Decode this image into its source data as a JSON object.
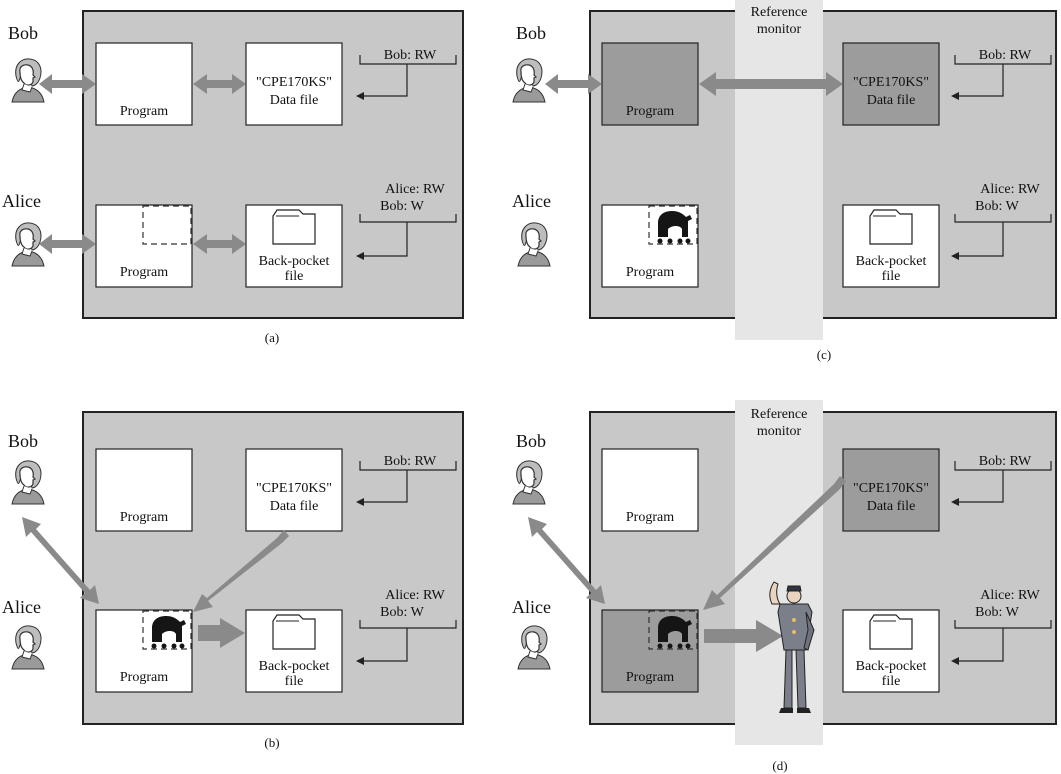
{
  "panels": {
    "a": {
      "caption": "(a)",
      "users": [
        "Bob",
        "Alice"
      ],
      "program_label": "Program",
      "data_file": {
        "name": "\"CPE170KS\"",
        "type": "Data file"
      },
      "back_pocket_file": {
        "line1": "Back-pocket",
        "line2": "file"
      },
      "acl_data": [
        "Bob: RW"
      ],
      "acl_back": [
        "Alice: RW",
        "Bob: W"
      ]
    },
    "b": {
      "caption": "(b)",
      "users": [
        "Bob",
        "Alice"
      ],
      "program_label": "Program",
      "data_file": {
        "name": "\"CPE170KS\"",
        "type": "Data file"
      },
      "back_pocket_file": {
        "line1": "Back-pocket",
        "line2": "file"
      },
      "acl_data": [
        "Bob: RW"
      ],
      "acl_back": [
        "Alice: RW",
        "Bob: W"
      ]
    },
    "c": {
      "caption": "(c)",
      "monitor": [
        "Reference",
        "monitor"
      ],
      "users": [
        "Bob",
        "Alice"
      ],
      "program_label": "Program",
      "data_file": {
        "name": "\"CPE170KS\"",
        "type": "Data file"
      },
      "back_pocket_file": {
        "line1": "Back-pocket",
        "line2": "file"
      },
      "acl_data": [
        "Bob: RW"
      ],
      "acl_back": [
        "Alice: RW",
        "Bob: W"
      ]
    },
    "d": {
      "caption": "(d)",
      "monitor": [
        "Reference",
        "monitor"
      ],
      "users": [
        "Bob",
        "Alice"
      ],
      "program_label": "Program",
      "data_file": {
        "name": "\"CPE170KS\"",
        "type": "Data file"
      },
      "back_pocket_file": {
        "line1": "Back-pocket",
        "line2": "file"
      },
      "acl_data": [
        "Bob: RW"
      ],
      "acl_back": [
        "Alice: RW",
        "Bob: W"
      ]
    }
  }
}
